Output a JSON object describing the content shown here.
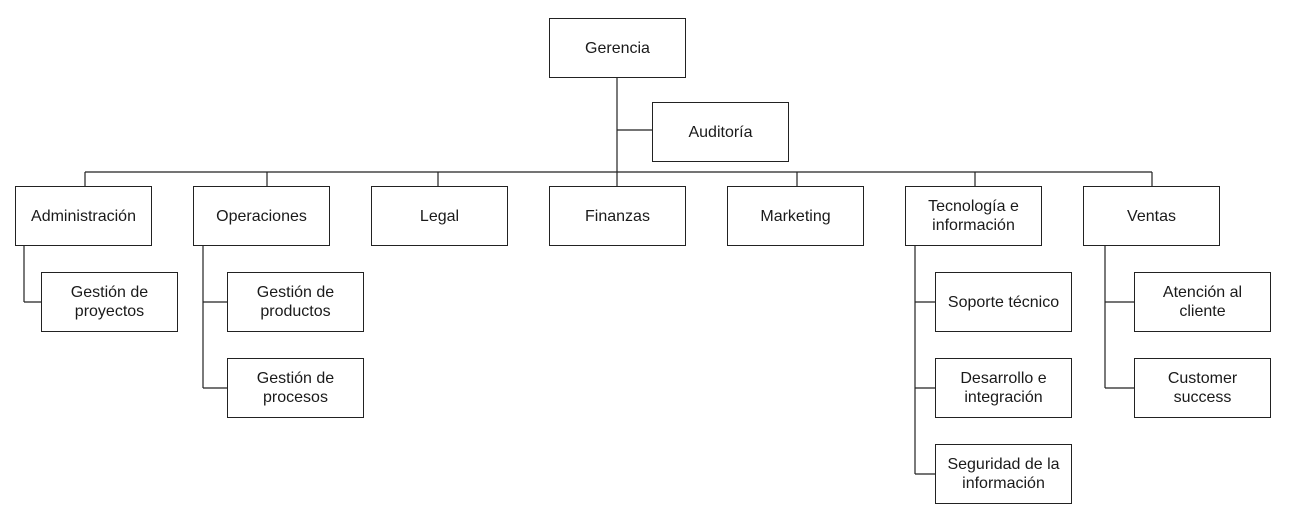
{
  "org_chart": {
    "root": "Gerencia",
    "staff": "Auditoría",
    "departments": [
      {
        "label": "Administración",
        "children": [
          "Gestión de\nproyectos"
        ]
      },
      {
        "label": "Operaciones",
        "children": [
          "Gestión de\nproductos",
          "Gestión de\nprocesos"
        ]
      },
      {
        "label": "Legal",
        "children": []
      },
      {
        "label": "Finanzas",
        "children": []
      },
      {
        "label": "Marketing",
        "children": []
      },
      {
        "label": "Tecnología e\ninformación",
        "children": [
          "Soporte técnico",
          "Desarrollo e\nintegración",
          "Seguridad de la\ninformación"
        ]
      },
      {
        "label": "Ventas",
        "children": [
          "Atención al\ncliente",
          "Customer\nsuccess"
        ]
      }
    ]
  }
}
